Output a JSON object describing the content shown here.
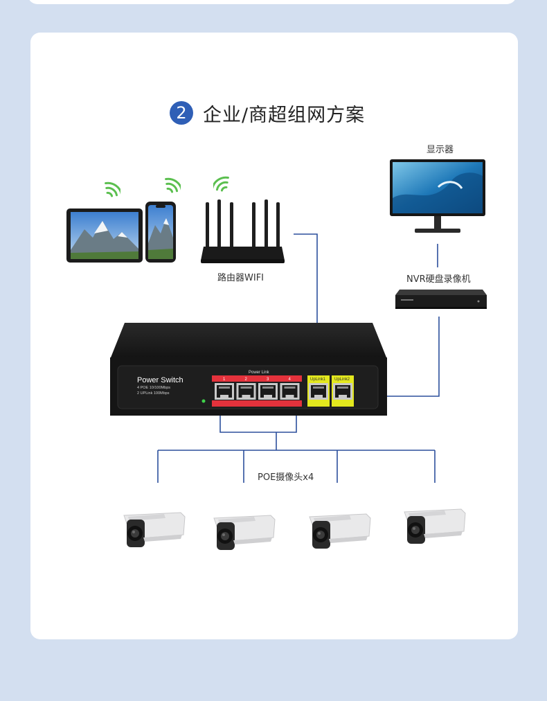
{
  "section": {
    "number": "2",
    "title": "企业/商超组网方案"
  },
  "labels": {
    "monitor": "显示器",
    "router": "路由器WIFI",
    "nvr": "NVR硬盘录像机",
    "cameras": "POE摄像头x4"
  },
  "switch": {
    "name": "Power Switch",
    "spec1": "4 POE 10/100Mbps",
    "spec2": "2 UPLink 100Mbps",
    "ports_header": "Power Link",
    "port_numbers": [
      "1",
      "2",
      "3",
      "4"
    ],
    "uplinks": [
      "UpLink1",
      "UpLink2"
    ]
  },
  "colors": {
    "accent": "#2f5fb6",
    "line": "#2b4f9c",
    "poe_port": "#e4323c",
    "uplink_port": "#e3e81e",
    "wifi": "#5bbf4f"
  }
}
